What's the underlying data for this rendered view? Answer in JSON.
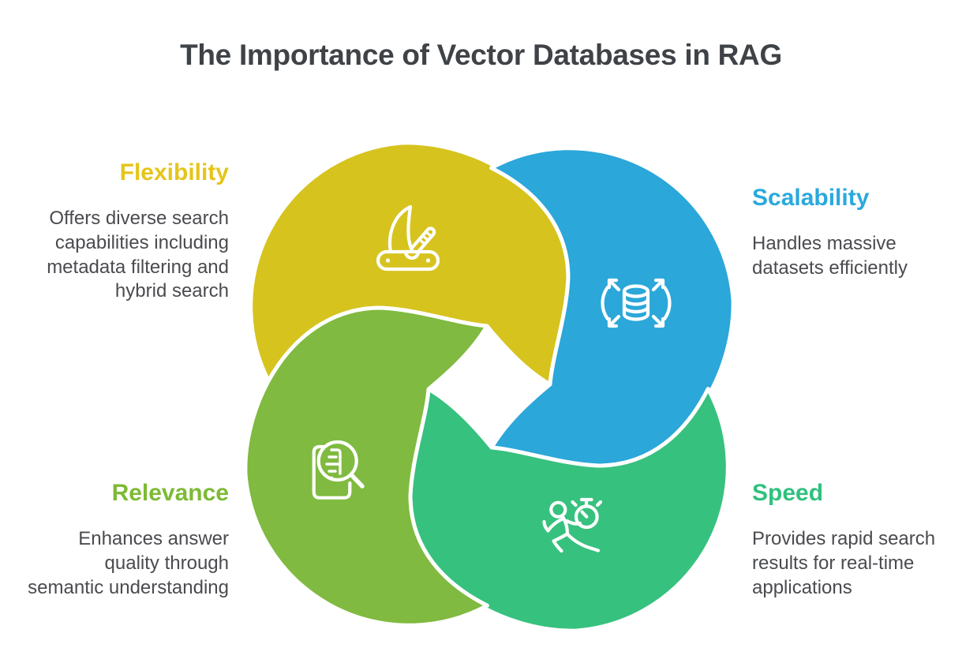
{
  "title": "The Importance of Vector Databases in RAG",
  "colors": {
    "background": "#FFFFFF",
    "title_text": "#3F4347",
    "body_text": "#4A4B4F",
    "flexibility_blade": "#D6C31E",
    "scalability_blade": "#2BA7D9",
    "relevance_blade": "#80BA40",
    "speed_blade": "#37C17E",
    "icon_stroke": "#FFFFFF"
  },
  "sections": {
    "flexibility": {
      "heading": "Flexibility",
      "heading_color": "#E5C51A",
      "icon": "swiss-army-knife-icon",
      "lines": [
        "Offers diverse search",
        "capabilities including",
        "metadata filtering and",
        "hybrid search"
      ]
    },
    "scalability": {
      "heading": "Scalability",
      "heading_color": "#2AA9DC",
      "icon": "expanding-database-icon",
      "lines": [
        "Handles massive",
        "datasets efficiently"
      ]
    },
    "relevance": {
      "heading": "Relevance",
      "heading_color": "#7DBA35",
      "icon": "document-search-icon",
      "lines": [
        "Enhances answer",
        "quality through",
        "semantic understanding"
      ]
    },
    "speed": {
      "heading": "Speed",
      "heading_color": "#2FC17E",
      "icon": "runner-stopwatch-icon",
      "lines": [
        "Provides rapid search",
        "results for real-time",
        "applications"
      ]
    }
  }
}
